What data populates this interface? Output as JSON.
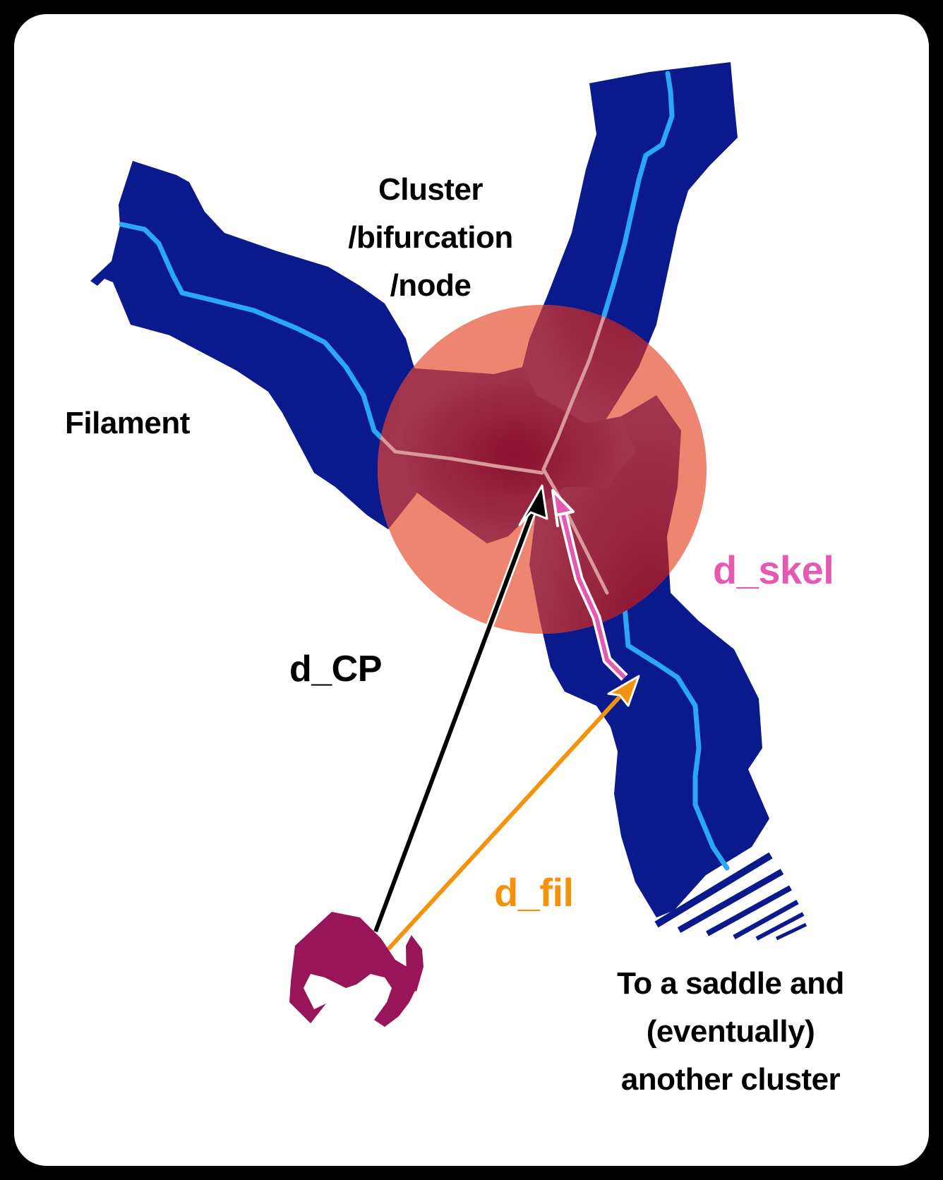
{
  "labels": {
    "cluster_lines": [
      "Cluster",
      "/bifurcation",
      "/node"
    ],
    "filament": "Filament",
    "d_skel": "d_skel",
    "d_cp": "d_CP",
    "d_fil": "d_fil",
    "saddle_lines": [
      "To a saddle and",
      "(eventually)",
      "another cluster"
    ]
  },
  "colors": {
    "filament_body": "#0a1a8c",
    "filament_spine": "#2aa8f2",
    "node_halo": "#ee8570",
    "node_core": "#9c2a48",
    "d_skel_color": "#e35ab0",
    "d_fil_color": "#f5920c",
    "d_cp_color": "#000000",
    "galaxy_color": "#98155a"
  },
  "icons": {
    "galaxy": "spiral-galaxy-icon"
  }
}
